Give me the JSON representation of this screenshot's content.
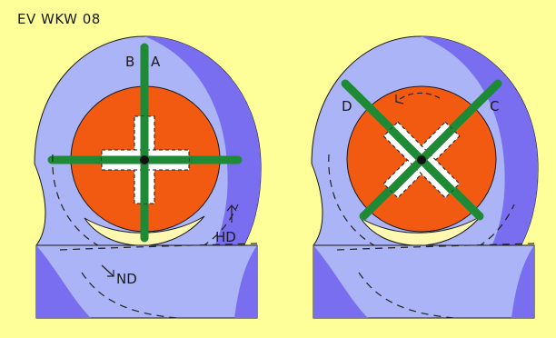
{
  "title": "EV WKW 08",
  "left_engine": {
    "blade_labels": [
      "B",
      "A"
    ],
    "annotation_hd": "HD",
    "annotation_nd": "ND"
  },
  "right_engine": {
    "blade_labels": [
      "D",
      "C"
    ]
  },
  "colors": {
    "background": "#ffff99",
    "housing_light": "#aab4f6",
    "housing_dark": "#7a6ef0",
    "rotor": "#f25a12",
    "blade": "#1f8a35",
    "crescent": "#fff8b0",
    "base": "#aab4f6",
    "base_dark": "#7a6ef0",
    "dash": "#222222"
  },
  "icons": [
    "rotation-arrow-icon",
    "arrow-up-icon",
    "arrow-down-right-icon",
    "hub-dot-icon"
  ]
}
